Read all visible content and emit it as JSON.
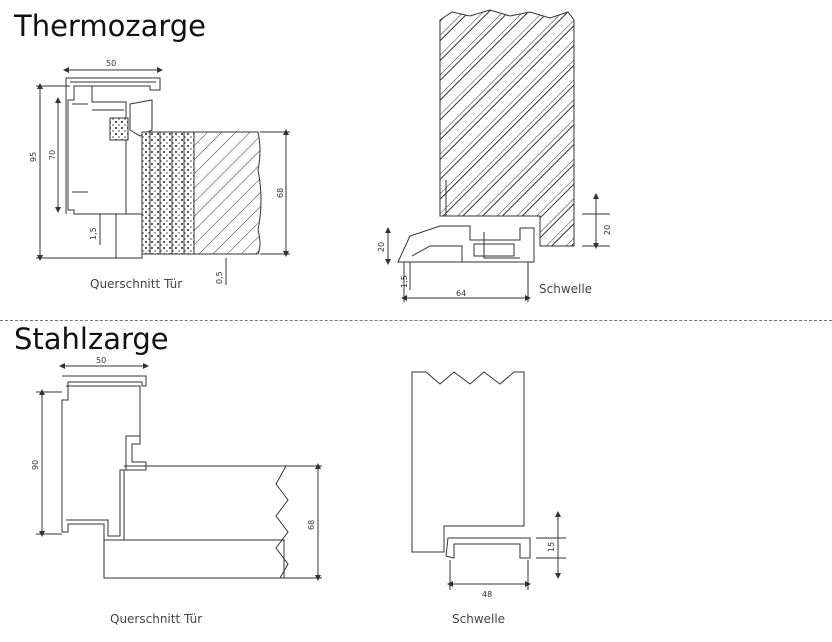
{
  "sections": {
    "thermo": {
      "title": "Thermozarge",
      "door_caption": "Querschnitt Tür",
      "sill_caption": "Schwelle",
      "dims": {
        "frame_width": "50",
        "frame_height": "95",
        "inner_height": "70",
        "door_thickness": "68",
        "gap_bottom": "1,5",
        "gap_side": "0,5",
        "sill_height_right": "20",
        "sill_height_left": "20",
        "sill_gap": "1,5",
        "sill_width": "64"
      }
    },
    "stahl": {
      "title": "Stahlzarge",
      "door_caption": "Querschnitt Tür",
      "sill_caption": "Schwelle",
      "dims": {
        "frame_width": "50",
        "frame_height": "90",
        "door_thickness": "68",
        "sill_height": "15",
        "sill_width": "48"
      }
    }
  }
}
